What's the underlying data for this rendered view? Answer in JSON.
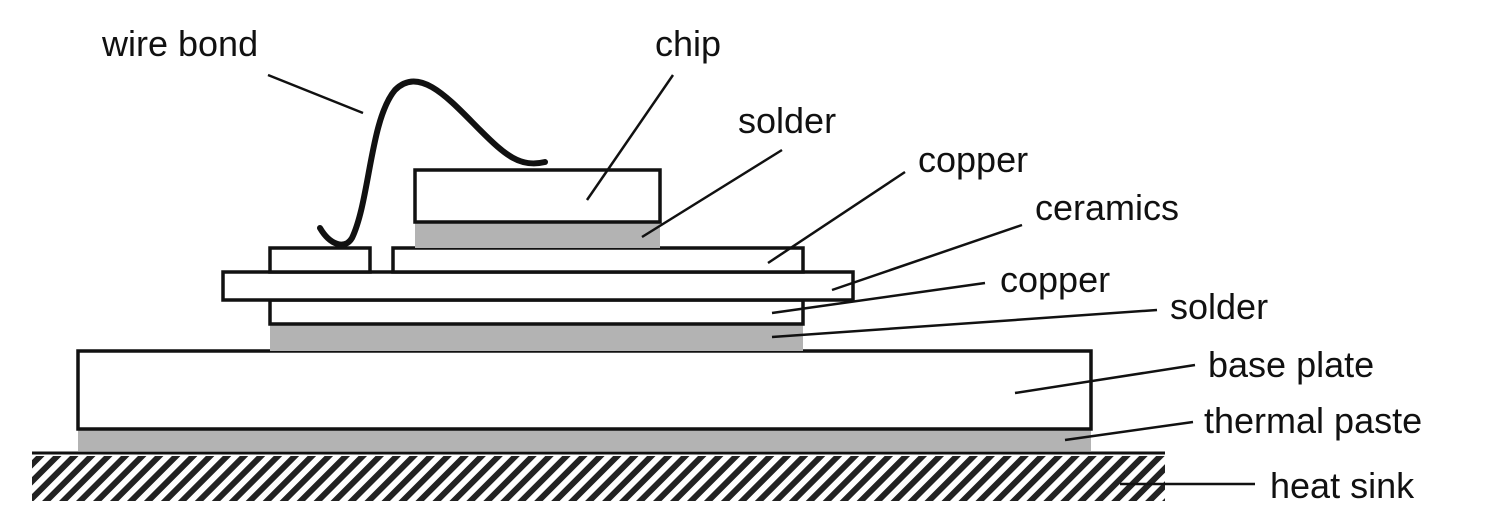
{
  "colors": {
    "outline": "#111111",
    "solder_fill": "#b3b3b3",
    "layer_fill": "#ffffff",
    "heat_sink_hatch_dark": "#222222",
    "heat_sink_hatch_light": "#ffffff"
  },
  "labels": {
    "wire_bond": "wire bond",
    "chip": "chip",
    "solder_top": "solder",
    "copper_top": "copper",
    "ceramics": "ceramics",
    "copper_bottom": "copper",
    "solder_bottom": "solder",
    "base_plate": "base plate",
    "thermal_paste": "thermal paste",
    "heat_sink": "heat sink"
  }
}
